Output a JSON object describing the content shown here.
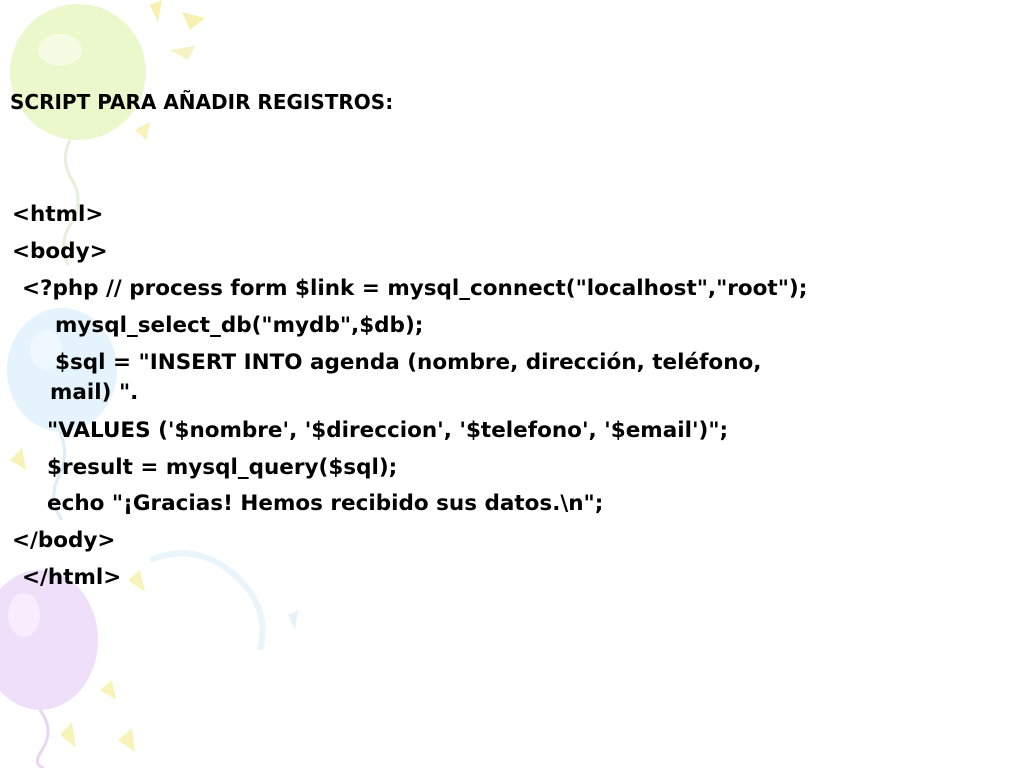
{
  "slide": {
    "title": "SCRIPT PARA AÑADIR REGISTROS:",
    "lines": [
      "<html>",
      "<body>",
      "<?php // process form $link = mysql_connect(\"localhost\",\"root\");",
      "mysql_select_db(\"mydb\",$db);",
      "$sql = \"INSERT INTO agenda (nombre, dirección, teléfono,",
      "mail) \".",
      "\"VALUES ('$nombre', '$direccion', '$telefono', '$email')\";",
      "$result = mysql_query($sql);",
      "echo \"¡Gracias! Hemos recibido sus datos.\\n\";",
      "</body>",
      "</html>"
    ]
  },
  "colors": {
    "background": "#ffffff",
    "text": "#000000",
    "balloon_green": "#e6f5c2",
    "balloon_blue": "#d8eefb",
    "balloon_purple": "#eddcf7",
    "confetti_yellow": "#f7f2b0"
  }
}
